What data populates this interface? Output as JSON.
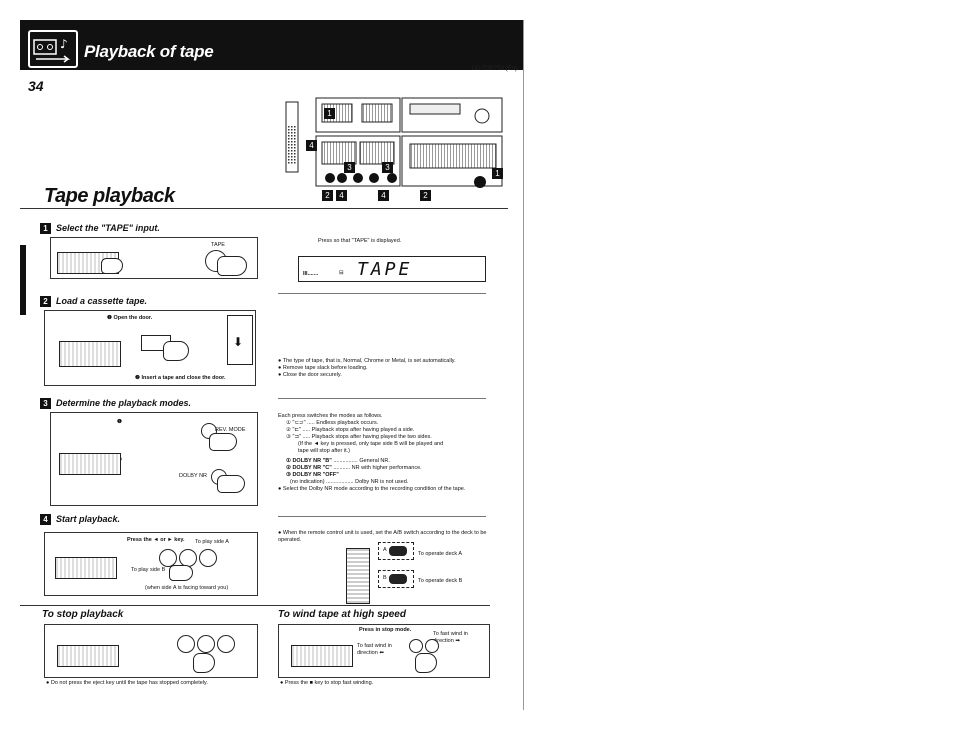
{
  "header": {
    "title": "Playback of tape",
    "model": "UD-703/753 (En)",
    "page_number": "34"
  },
  "section": {
    "title": "Tape playback"
  },
  "steps": [
    {
      "num": "1",
      "title": "Select the \"TAPE\" input.",
      "button_label": "TAPE",
      "note": "Press so that \"TAPE\" is displayed.",
      "display_text": "TAPE",
      "display_prefix": "III.......",
      "display_icon": "⊟"
    },
    {
      "num": "2",
      "title": "Load a cassette tape.",
      "sub1": "❶ Open the door.",
      "sub2": "❷ Insert a tape and close the door.",
      "bullets": [
        "The type of tape, that is, Normal, Chrome or Metal, is set automatically.",
        "Remove tape slack before loading.",
        "Close the door securely."
      ]
    },
    {
      "num": "3",
      "title": "Determine the playback modes.",
      "mark1": "❶",
      "mark2": "❷",
      "rev_mode": "REV. MODE",
      "dolby_nr": "DOLBY NR",
      "intro": "Each press switches the modes as follows.",
      "rev_modes": [
        "① \"⊂⊃\" ..... Endless playback occurs.",
        "② \"⊏\" ..... Playback stops after having played a side.",
        "③ \"⊐\" ..... Playback stops after having played the two sides.",
        "(If the ◄ key is pressed, only tape side B will be played and",
        "tape will stop after it.)"
      ],
      "dolby_modes": [
        {
          "label": "① DOLBY NR \"B\"",
          "dots": "................",
          "desc": "General NR."
        },
        {
          "label": "② DOLBY NR \"C\"",
          "dots": "...........",
          "desc": "NR with higher performance."
        },
        {
          "label": "③ DOLBY NR \"OFF\"",
          "dots": "",
          "desc": ""
        },
        {
          "label": "(no indication)",
          "dots": "..................",
          "desc": "Dolby NR is not used."
        }
      ],
      "final_note": "Select the Dolby NR mode according to the recording condition of the tape."
    },
    {
      "num": "4",
      "title": "Start playback.",
      "press": "Press the ◄ or ► key.",
      "side_a": "To play side A",
      "side_b": "To play side B",
      "facing": "(when side A is facing toward you)",
      "remote_note": "When the remote control unit is used, set the A/B switch according to the deck to be operated.",
      "deck_a": "To operate deck A",
      "deck_b": "To operate deck B",
      "a_label": "A",
      "b_label": "B"
    }
  ],
  "stop": {
    "title": "To stop playback",
    "note": "Do not press the eject key until the tape has stopped completely."
  },
  "wind": {
    "title": "To wind tape at high speed",
    "press": "Press in stop mode.",
    "fwd": "To fast wind in direction ➡",
    "rev": "To fast wind in direction ⬅",
    "note": "Press the ■ key to stop fast winding."
  },
  "diagram_callouts": [
    "1",
    "4",
    "3",
    "3",
    "1",
    "2",
    "4",
    "4",
    "2"
  ]
}
